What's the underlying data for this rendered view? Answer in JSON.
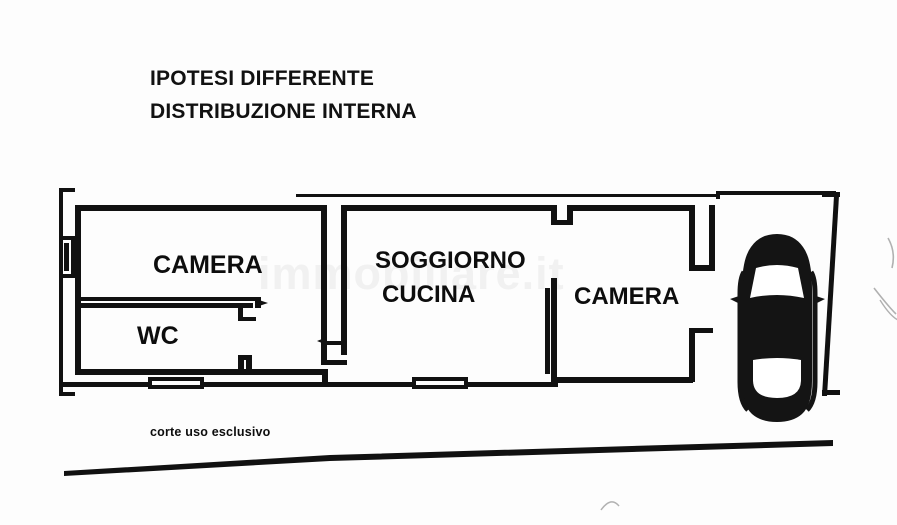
{
  "document": {
    "type": "floor-plan-drawing",
    "background_color": "#fdfdfd",
    "ink_color": "#111111"
  },
  "title": {
    "line1": "IPOTESI DIFFERENTE",
    "line2": "DISTRIBUZIONE INTERNA"
  },
  "watermark": {
    "text": "immobiliare.it",
    "color": "#f1f1f1"
  },
  "rooms": [
    {
      "id": "camera-1",
      "label": "CAMERA"
    },
    {
      "id": "wc",
      "label": "WC"
    },
    {
      "id": "soggiorno",
      "label": "SOGGIORNO"
    },
    {
      "id": "cucina",
      "label": "CUCINA"
    },
    {
      "id": "camera-2",
      "label": "CAMERA"
    }
  ],
  "annotations": {
    "courtyard": "corte uso esclusivo"
  },
  "objects": [
    {
      "id": "car",
      "name": "car-top-view",
      "body_color": "#141414",
      "glass_color": "#ffffff"
    }
  ]
}
